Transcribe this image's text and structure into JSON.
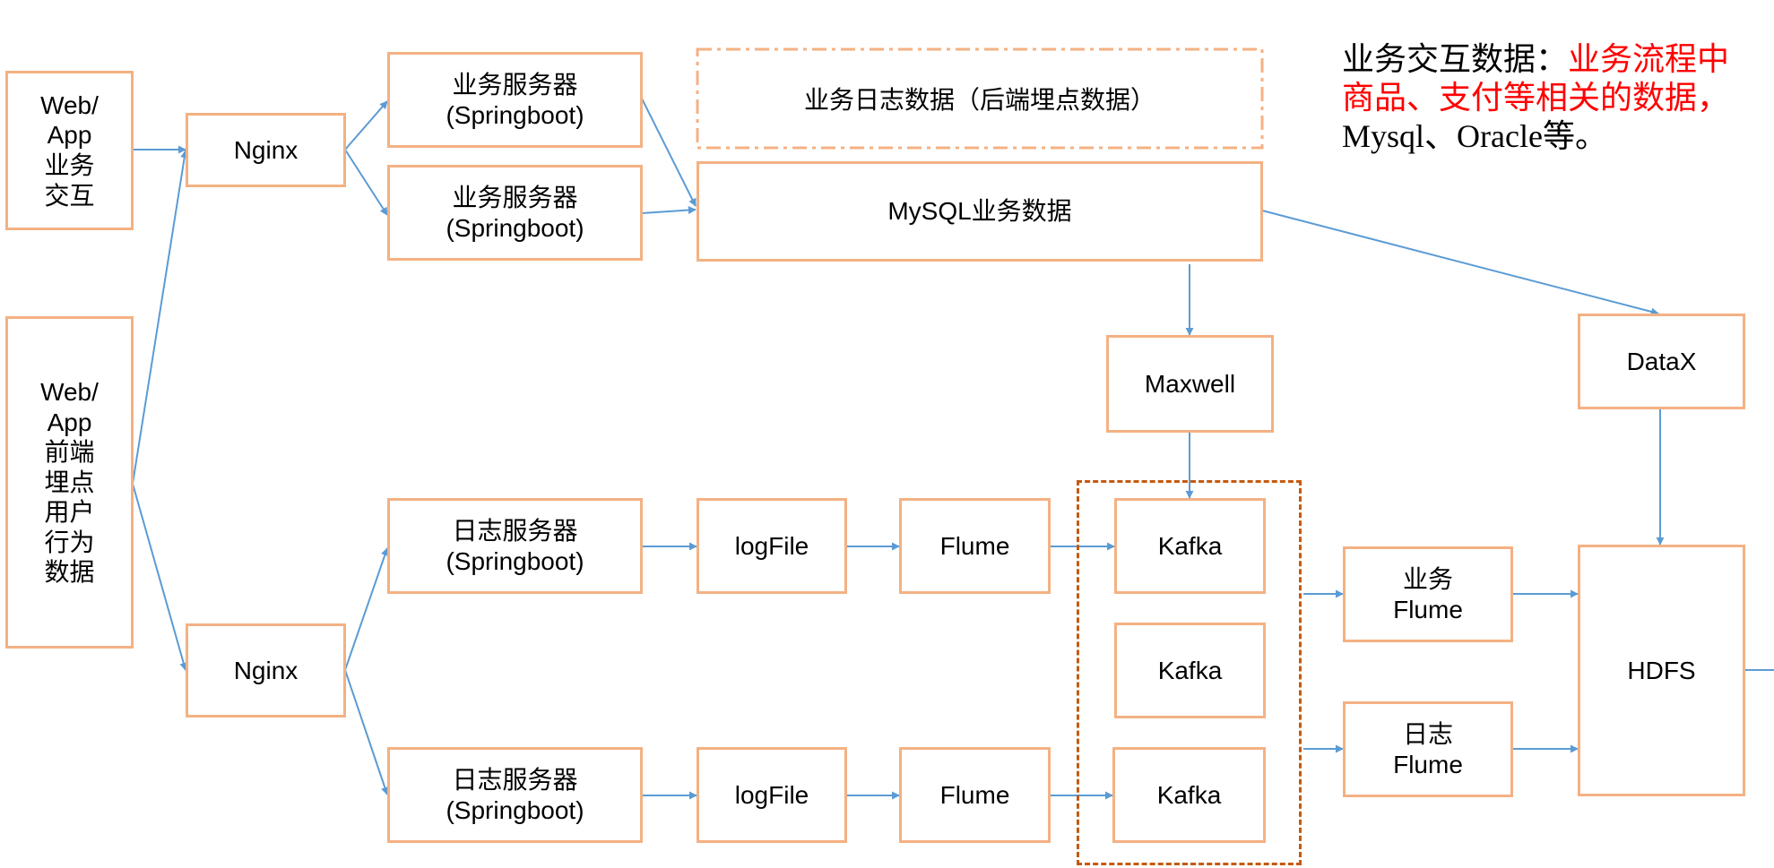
{
  "colors": {
    "box_border": "#f4b183",
    "arrow": "#5b9bd5",
    "kafka_group_border": "#c55a11",
    "highlight_text": "#ff0000"
  },
  "nodes": {
    "web_app_business": "Web/\nApp\n业务\n交互",
    "web_app_tracking": "Web/\nApp\n前端\n埋点\n用户\n行为\n数据",
    "nginx_top": "Nginx",
    "nginx_bottom": "Nginx",
    "biz_server_1": "业务服务器\n(Springboot)",
    "biz_server_2": "业务服务器\n(Springboot)",
    "biz_log_data": "业务日志数据（后端埋点数据）",
    "mysql": "MySQL业务数据",
    "maxwell": "Maxwell",
    "datax": "DataX",
    "log_server_1": "日志服务器\n(Springboot)",
    "log_server_2": "日志服务器\n(Springboot)",
    "logfile_1": "logFile",
    "logfile_2": "logFile",
    "flume_1": "Flume",
    "flume_2": "Flume",
    "kafka_1": "Kafka",
    "kafka_2": "Kafka",
    "kafka_3": "Kafka",
    "biz_flume": "业务\nFlume",
    "log_flume": "日志\nFlume",
    "hdfs": "HDFS"
  },
  "note": {
    "prefix": "业务交互数据：",
    "highlight_line1": "业务流程中",
    "highlight_line2": "商品、支付等相关的数据，",
    "line3": "Mysql、Oracle等。"
  }
}
